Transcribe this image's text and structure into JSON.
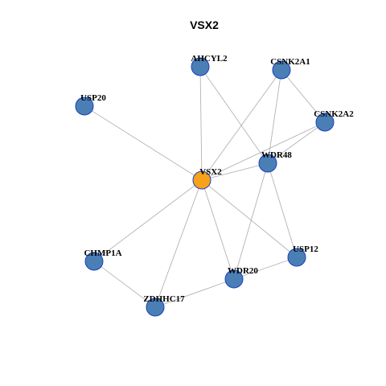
{
  "title": "VSX2",
  "colors": {
    "center_node": "#f7a21b",
    "other_node": "#4a7fb5",
    "node_border": "#1c3fbf",
    "edge": "#b3b3b3"
  },
  "nodes": [
    {
      "id": "VSX2",
      "label": "VSX2",
      "center": true
    },
    {
      "id": "AHCYL2",
      "label": "AHCYL2"
    },
    {
      "id": "CSNK2A1",
      "label": "CSNK2A1"
    },
    {
      "id": "USP20",
      "label": "USP20"
    },
    {
      "id": "CSNK2A2",
      "label": "CSNK2A2"
    },
    {
      "id": "WDR48",
      "label": "WDR48"
    },
    {
      "id": "CHMP1A",
      "label": "CHMP1A"
    },
    {
      "id": "USP12",
      "label": "USP12"
    },
    {
      "id": "WDR20",
      "label": "WDR20"
    },
    {
      "id": "ZDHHC17",
      "label": "ZDHHC17"
    }
  ],
  "edges": [
    [
      "VSX2",
      "USP20"
    ],
    [
      "VSX2",
      "CSNK2A1"
    ],
    [
      "VSX2",
      "CSNK2A2"
    ],
    [
      "VSX2",
      "WDR48"
    ],
    [
      "VSX2",
      "CHMP1A"
    ],
    [
      "VSX2",
      "ZDHHC17"
    ],
    [
      "VSX2",
      "WDR20"
    ],
    [
      "VSX2",
      "USP12"
    ],
    [
      "AHCYL2",
      "VSX2"
    ],
    [
      "AHCYL2",
      "WDR48"
    ],
    [
      "CSNK2A1",
      "CSNK2A2"
    ],
    [
      "CSNK2A1",
      "WDR48"
    ],
    [
      "CSNK2A2",
      "WDR48"
    ],
    [
      "WDR48",
      "WDR20"
    ],
    [
      "WDR48",
      "USP12"
    ],
    [
      "WDR20",
      "USP12"
    ],
    [
      "WDR20",
      "ZDHHC17"
    ],
    [
      "CHMP1A",
      "ZDHHC17"
    ]
  ]
}
